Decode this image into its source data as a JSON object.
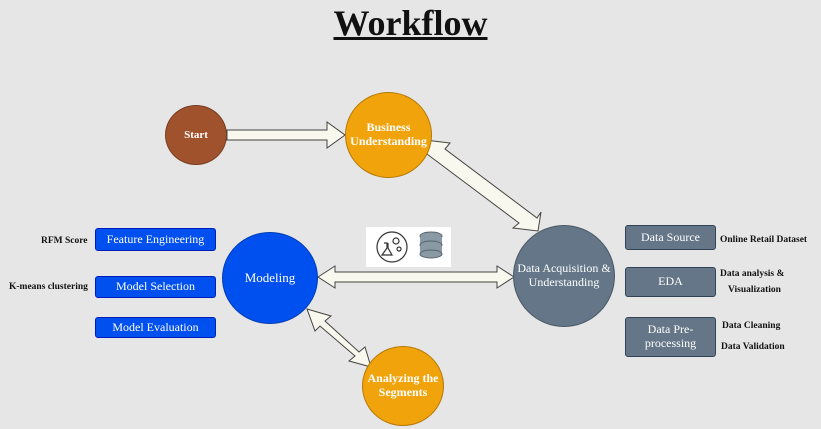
{
  "title": "Workflow",
  "nodes": {
    "start": "Start",
    "business_understanding": "Business Understanding",
    "data_acquisition": "Data Acquisition & Understanding",
    "modeling": "Modeling",
    "analyzing_segments": "Analyzing the Segments"
  },
  "modeling_steps": [
    {
      "label": "Feature Engineering",
      "note": "RFM Score"
    },
    {
      "label": "Model Selection",
      "note": "K-means clustering"
    },
    {
      "label": "Model Evaluation",
      "note": ""
    }
  ],
  "data_steps": [
    {
      "label": "Data Source",
      "notes": [
        "Online Retail Dataset"
      ]
    },
    {
      "label": "EDA",
      "notes": [
        "Data analysis &",
        "Visualization"
      ]
    },
    {
      "label": "Data Pre-processing",
      "notes": [
        "Data Cleaning",
        "Data Validation"
      ]
    }
  ],
  "icons": [
    "flask-gears-icon",
    "database-icon"
  ],
  "colors": {
    "start": "#a0522d",
    "orange": "#f0a30a",
    "slate": "#647687",
    "blue": "#0050ef",
    "arrow_fill": "#f8f8ee"
  }
}
